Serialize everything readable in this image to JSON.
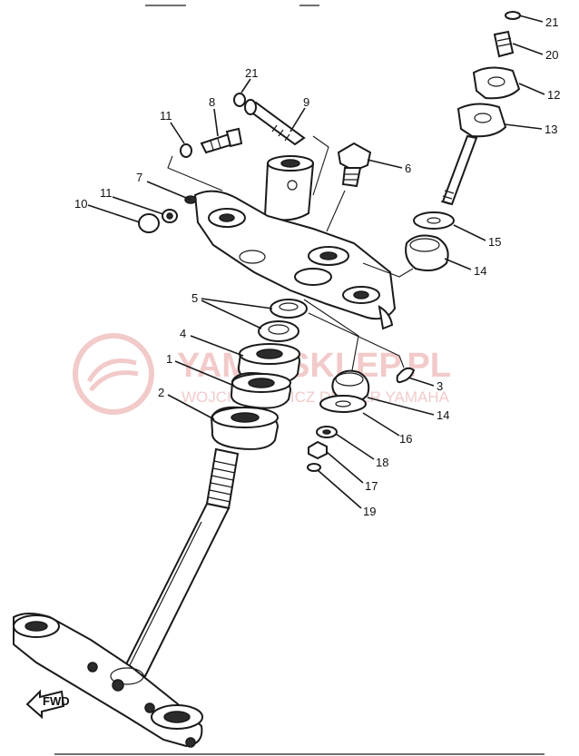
{
  "watermark": {
    "brand": "YAMA-SKLEP.PL",
    "tagline": "WOJCIECHOWICZ DEALER YAMAHA",
    "color": "#e8a0a0"
  },
  "fwd_label": "FWD",
  "callouts": [
    {
      "id": "1",
      "text": "1"
    },
    {
      "id": "2",
      "text": "2"
    },
    {
      "id": "3",
      "text": "3"
    },
    {
      "id": "4",
      "text": "4"
    },
    {
      "id": "5",
      "text": "5"
    },
    {
      "id": "6",
      "text": "6"
    },
    {
      "id": "7",
      "text": "7"
    },
    {
      "id": "8",
      "text": "8"
    },
    {
      "id": "9",
      "text": "9"
    },
    {
      "id": "10",
      "text": "10"
    },
    {
      "id": "11a",
      "text": "11"
    },
    {
      "id": "11b",
      "text": "11"
    },
    {
      "id": "12",
      "text": "12"
    },
    {
      "id": "13",
      "text": "13"
    },
    {
      "id": "14a",
      "text": "14"
    },
    {
      "id": "14b",
      "text": "14"
    },
    {
      "id": "15",
      "text": "15"
    },
    {
      "id": "16",
      "text": "16"
    },
    {
      "id": "17",
      "text": "17"
    },
    {
      "id": "18",
      "text": "18"
    },
    {
      "id": "19",
      "text": "19"
    },
    {
      "id": "20",
      "text": "20"
    },
    {
      "id": "21a",
      "text": "21"
    },
    {
      "id": "21b",
      "text": "21"
    }
  ]
}
